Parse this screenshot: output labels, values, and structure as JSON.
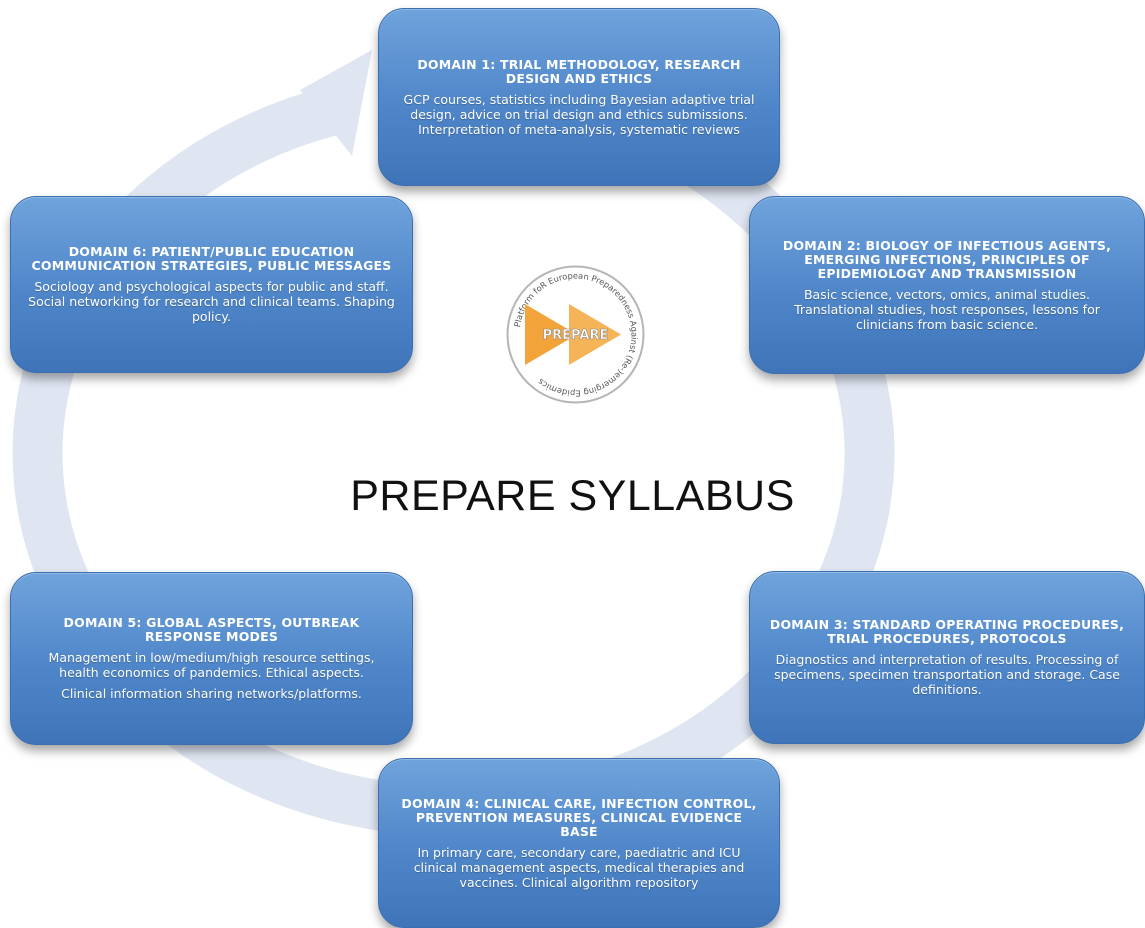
{
  "title": "PREPARE SYLLABUS",
  "logo": {
    "wordmark": "PREPARE",
    "ring_text": "Platform foR European Preparedness Against (Re-)emerging Epidemics",
    "colors": {
      "arrow": "#f2a43a",
      "ring": "#7a7a7a"
    }
  },
  "colors": {
    "box": "#4f86c9",
    "cycle_arrow": "#dfe6f2"
  },
  "domains": [
    {
      "heading": "DOMAIN 1: TRIAL METHODOLOGY, RESEARCH DESIGN AND ETHICS",
      "body": "GCP courses, statistics including Bayesian adaptive trial design, advice on trial design and ethics submissions. Interpretation of meta-analysis, systematic reviews",
      "body_extra": ""
    },
    {
      "heading": "DOMAIN 2: BIOLOGY OF INFECTIOUS AGENTS, EMERGING INFECTIONS, PRINCIPLES OF EPIDEMIOLOGY AND TRANSMISSION",
      "body": "Basic science, vectors, omics, animal studies. Translational studies, host responses, lessons for clinicians from basic science.",
      "body_extra": ""
    },
    {
      "heading": "DOMAIN 3: STANDARD OPERATING PROCEDURES, TRIAL PROCEDURES, PROTOCOLS",
      "body": "Diagnostics and interpretation of results. Processing of specimens, specimen transportation and storage. Case definitions.",
      "body_extra": ""
    },
    {
      "heading": "DOMAIN 4: CLINICAL CARE, INFECTION CONTROL, PREVENTION MEASURES, CLINICAL EVIDENCE BASE",
      "body": "In primary care, secondary care, paediatric and ICU clinical management aspects, medical therapies and vaccines. Clinical algorithm repository",
      "body_extra": ""
    },
    {
      "heading": "DOMAIN 5: GLOBAL ASPECTS, OUTBREAK RESPONSE MODES",
      "body": "Management in low/medium/high resource settings, health economics of pandemics. Ethical aspects.",
      "body_extra": "Clinical information sharing networks/platforms."
    },
    {
      "heading": "DOMAIN 6: PATIENT/PUBLIC EDUCATION COMMUNICATION STRATEGIES, PUBLIC MESSAGES",
      "body": "Sociology and psychological aspects for public and staff.  Social networking for research and clinical teams. Shaping policy.",
      "body_extra": ""
    }
  ]
}
